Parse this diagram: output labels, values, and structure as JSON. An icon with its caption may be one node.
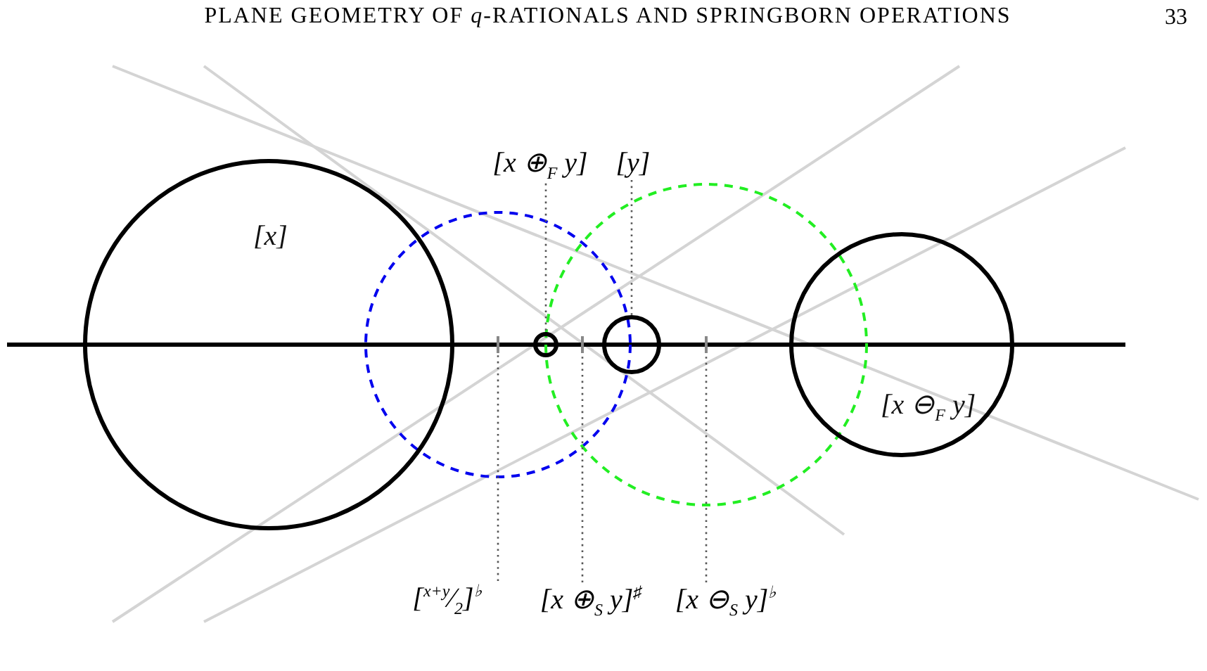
{
  "diagram": {
    "title": "PLANE GEOMETRY OF *q*-RATIONALS AND SPRINGBORN OPERATIONS",
    "nodes": [
      {
        "text": [
          "[x]"
        ]
      },
      {
        "text": [
          "[x ⊕$_{F}$ y]"
        ]
      },
      {
        "text": [],
        "shape": "circle"
      },
      {
        "text": [
          "[y]"
        ]
      },
      {
        "text": [],
        "shape": "circle"
      },
      {
        "text": [
          "[x ⊖$_{F}$ y]"
        ]
      },
      {
        "text": [
          "[$^{x+y}$⁄$_{2}$]$^{♭}$"
        ]
      },
      {
        "text": [],
        "shape": "bar"
      },
      {
        "text": [
          "[x ⊕$_{S}$ y]$^{♯}$"
        ]
      },
      {
        "text": [],
        "shape": "bar"
      },
      {
        "text": [
          "[x ⊖$_{S}$ y]$^{♭}$"
        ]
      },
      {
        "text": [],
        "shape": "bar"
      }
    ],
    "edges": [
      {
        "from": 1,
        "to": 2,
        "arrow": "none",
        "style": "dashed"
      },
      {
        "from": 3,
        "to": 4,
        "arrow": "none",
        "style": "dashed"
      },
      {
        "from": 6,
        "to": 7,
        "arrow": "none",
        "style": "dashed"
      },
      {
        "from": 8,
        "to": 9,
        "arrow": "none",
        "style": "dashed"
      },
      {
        "from": 10,
        "to": 11,
        "arrow": "none",
        "style": "dashed"
      }
    ],
    "labels": [
      "33"
    ]
  }
}
